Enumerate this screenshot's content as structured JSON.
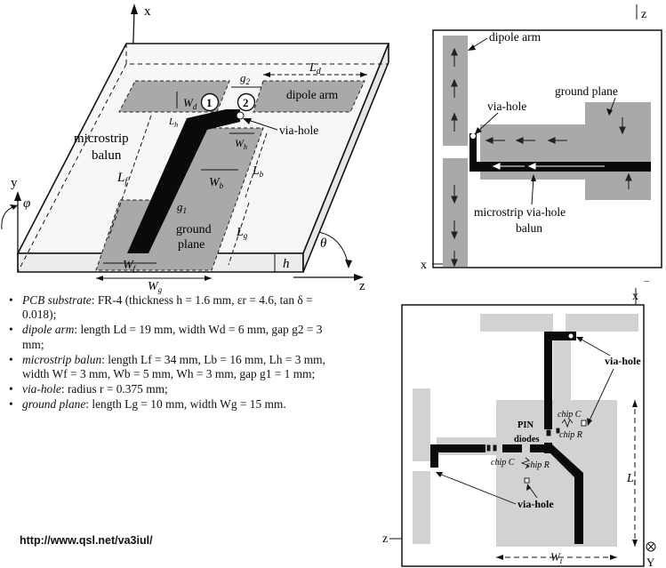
{
  "iso": {
    "axis_x": "x",
    "axis_y": "y",
    "axis_z": "z",
    "phi": "φ",
    "theta": "θ",
    "label_dipole_arm": "dipole arm",
    "label_microstrip": "microstrip",
    "label_balun": "balun",
    "label_via_hole": "via-hole",
    "label_ground": "ground",
    "label_plane": "plane",
    "port1": "1",
    "port2": "2",
    "dim_Ld": "L",
    "dim_Ld_sub": "d",
    "dim_Wd": "W",
    "dim_Wd_sub": "d",
    "dim_g2": "g",
    "dim_g2_sub": "2",
    "dim_Lh": "L",
    "dim_Lh_sub": "h",
    "dim_Wh": "W",
    "dim_Wh_sub": "h",
    "dim_Lf": "L",
    "dim_Lf_sub": "f",
    "dim_Lb": "L",
    "dim_Lb_sub": "b",
    "dim_Wb": "W",
    "dim_Wb_sub": "b",
    "dim_g1": "g",
    "dim_g1_sub": "1",
    "dim_Lg": "L",
    "dim_Lg_sub": "g",
    "dim_Wf": "W",
    "dim_Wf_sub": "f",
    "dim_Wg": "W",
    "dim_Wg_sub": "g",
    "dim_h": "h"
  },
  "top": {
    "axis_z": "z",
    "axis_x": "x",
    "label_dipole_arm": "dipole arm",
    "label_via_hole": "via-hole",
    "label_ground_plane": "ground plane",
    "label_microstrip_via_hole": "microstrip via-hole",
    "label_balun": "balun"
  },
  "pin": {
    "axis_x": "x",
    "axis_z": "z",
    "axis_y": "Y",
    "label_via_hole_top": "via-hole",
    "label_via_hole_bottom": "via-hole",
    "label_pin": "PIN",
    "label_diodes": "diodes",
    "chip_c_upper": "chip C",
    "chip_r_upper": "chip R",
    "chip_c_lower": "chip C",
    "chip_r_lower": "chip R",
    "dim_Lt": "L",
    "dim_Lt_sub": "t",
    "dim_Wt": "W",
    "dim_Wt_sub": "t"
  },
  "specs": {
    "items": [
      {
        "label": "PCB substrate",
        "text": ": FR-4 (thickness h = 1.6 mm, εr = 4.6, tan δ = 0.018);"
      },
      {
        "label": "dipole arm",
        "text": ": length Ld = 19 mm, width Wd = 6 mm, gap g2 = 3 mm;"
      },
      {
        "label": "microstrip balun",
        "text": ": length Lf = 34 mm, Lb = 16 mm, Lh = 3 mm, width Wf = 3 mm, Wb = 5 mm, Wh = 3 mm, gap g1 = 1 mm;"
      },
      {
        "label": "via-hole",
        "text": ": radius r = 0.375 mm;"
      },
      {
        "label": "ground plane",
        "text": ": length Lg = 10 mm, width Wg = 15 mm."
      }
    ]
  },
  "url": "http://www.qsl.net/va3iul/",
  "colors": {
    "metal": "#a9a9a9",
    "trace": "#0a0a0a",
    "pin_metal": "#d2d2d2",
    "outline": "#111111"
  }
}
